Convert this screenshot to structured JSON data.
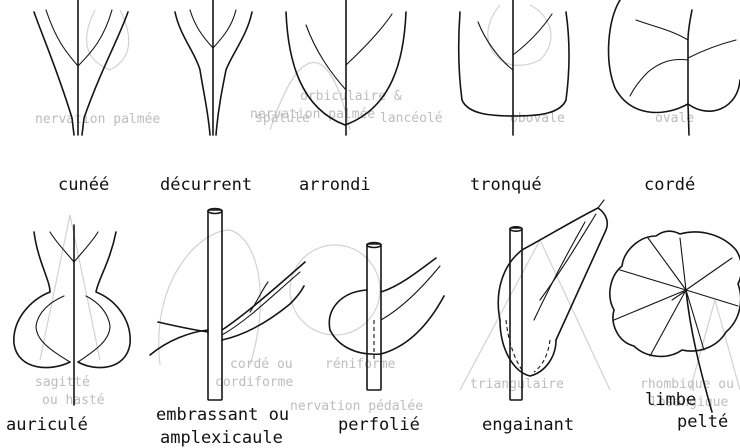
{
  "row1": {
    "labels": [
      "cunéé",
      "décurrent",
      "arrondi",
      "tronqué",
      "cordé"
    ]
  },
  "row2": {
    "labels": [
      "auriculé",
      "embrassant ou",
      "amplexicaule",
      "perfolié",
      "engainant",
      "limbe",
      "pelté"
    ]
  },
  "show_through_text": [
    "orbiculaire &",
    "nervation palmée",
    "spatulé",
    "lancéolé",
    "obovale",
    "ovale",
    "sagitté",
    "ou hasté",
    "cordé ou",
    "cordiforme",
    "réniforme",
    "nervation pédalée",
    "triangulaire",
    "rhombique ou",
    "losangique"
  ]
}
